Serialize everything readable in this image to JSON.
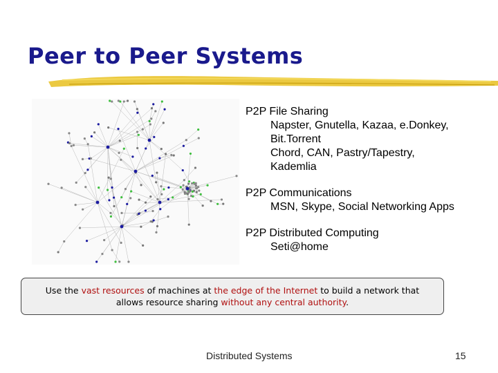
{
  "slide": {
    "title": "Peer to Peer Systems",
    "colors": {
      "title": "#1a1a8c",
      "highlight": "#b01010",
      "underline": "#e8c020"
    }
  },
  "bullets": [
    {
      "head": "P2P File Sharing",
      "subs": [
        "Napster, Gnutella, Kazaa, e.Donkey,",
        "Bit.Torrent",
        "Chord, CAN, Pastry/Tapestry,",
        "Kademlia"
      ]
    },
    {
      "head": "P2P Communications",
      "subs": [
        "MSN, Skype, Social Networking Apps"
      ]
    },
    {
      "head": "P2P Distributed Computing",
      "subs": [
        "Seti@home"
      ]
    }
  ],
  "callout": {
    "p1": "Use the ",
    "h1": "vast resources",
    "p2": " of machines at ",
    "h2": "the edge of the Internet",
    "p3": " to build a network that allows resource sharing ",
    "h3": "without any central authority",
    "p4": "."
  },
  "footer": {
    "text": "Distributed Systems",
    "page": "15"
  },
  "network_image": {
    "icon": "p2p-network-graph-image"
  }
}
